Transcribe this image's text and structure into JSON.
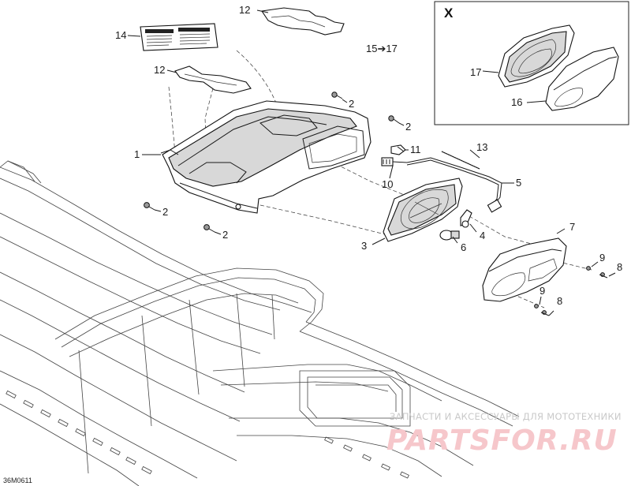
{
  "figure_code": "36M0611",
  "inset": {
    "label": "X",
    "callouts": [
      "17",
      "16"
    ]
  },
  "range_note": "15➔17",
  "callouts": {
    "c12a": "12",
    "c14": "14",
    "c12b": "12",
    "c2a": "2",
    "c2b": "2",
    "c1": "1",
    "c11": "11",
    "c13": "13",
    "c10": "10",
    "c5": "5",
    "c2c": "2",
    "c2d": "2",
    "c3": "3",
    "c4": "4",
    "c6": "6",
    "c7": "7",
    "c9a": "9",
    "c8a": "8",
    "c9b": "9",
    "c8b": "8"
  },
  "watermark": {
    "caption": "ЗАПЧАСТИ И АКСЕССУАРЫ ДЛЯ МОТОТЕХНИКИ",
    "brand": "PARTSFOR.RU"
  },
  "colors": {
    "line": "#1a1a1a",
    "watermark_brand": "#f6c7cb",
    "watermark_caption": "#c9c9c9"
  }
}
